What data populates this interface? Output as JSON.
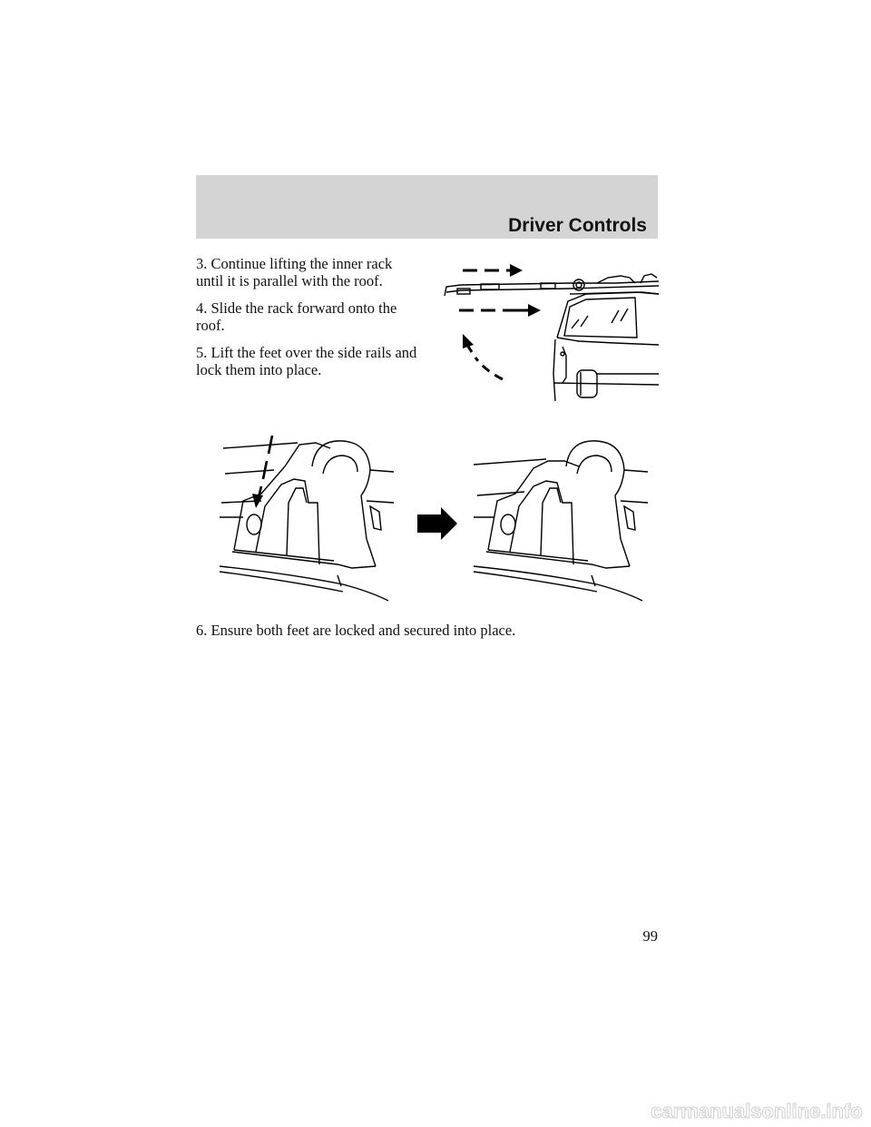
{
  "header": {
    "title": "Driver Controls"
  },
  "steps": [
    "3. Continue lifting the inner rack until it is parallel with the roof.",
    "4. Slide the rack forward onto the roof.",
    "5. Lift the feet over the side rails and lock them into place."
  ],
  "final_step": "6. Ensure both feet are locked and secured into place.",
  "page_number": "99",
  "footer_logo": "carmanualsonline.info",
  "colors": {
    "header_band": "#d4d4d4",
    "text": "#111111"
  }
}
